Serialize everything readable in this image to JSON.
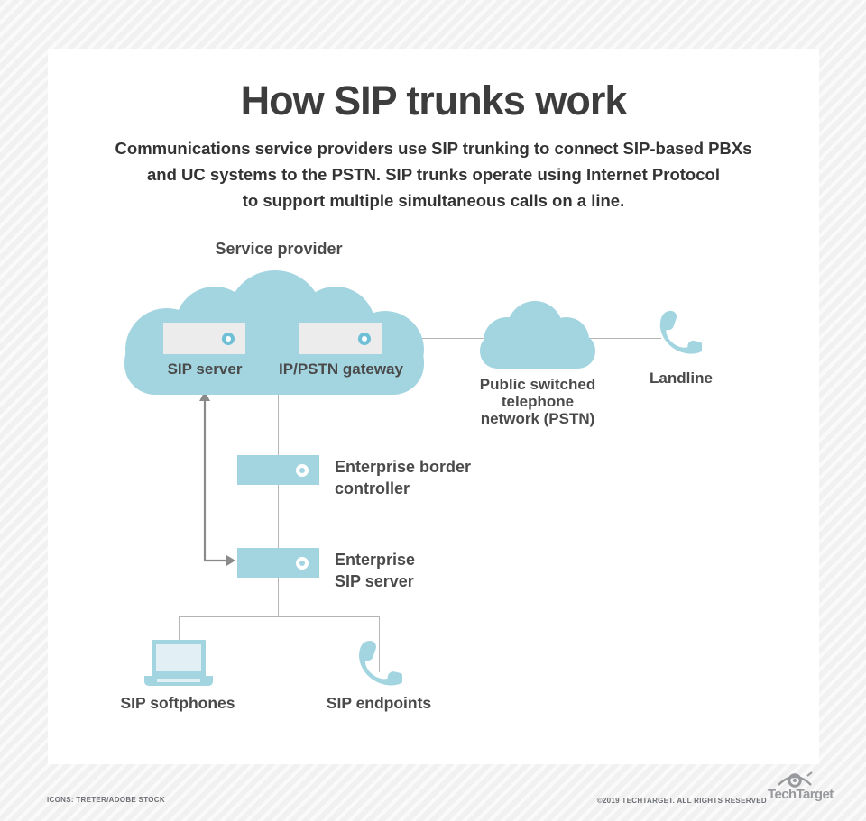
{
  "page": {
    "title": "How SIP trunks work",
    "subtitle_lines": [
      "Communications service providers use SIP trunking to connect SIP-based PBXs",
      "and UC systems to the PSTN. SIP trunks operate using Internet Protocol",
      "to support multiple simultaneous calls on a line."
    ]
  },
  "diagram": {
    "service_provider_label": "Service provider",
    "labels": {
      "sip_server": "SIP server",
      "ip_pstn_gateway": "IP/PSTN gateway",
      "pstn_lines": [
        "Public switched",
        "telephone",
        "network (PSTN)"
      ],
      "landline": "Landline",
      "ebc_lines": [
        "Enterprise border",
        "controller"
      ],
      "ess_lines": [
        "Enterprise",
        "SIP server"
      ],
      "sip_softphones": "SIP softphones",
      "sip_endpoints": "SIP endpoints"
    },
    "icons": [
      "cloud-icon",
      "server-icon",
      "phone-handset-icon",
      "laptop-icon"
    ]
  },
  "footer": {
    "icons_credit": "ICONS: TRETER/ADOBE STOCK",
    "copyright": "©2019 TECHTARGET. ALL RIGHTS RESERVED",
    "brand": "TechTarget"
  },
  "colors": {
    "accent_blue": "#a3d5e1",
    "box_gray": "#ececec",
    "ring_blue": "#6fc0d6",
    "line_gray": "#b5b5b5",
    "arrow_gray": "#8a8a8a",
    "title_gray": "#3d3d3d",
    "label_gray": "#4a4a4a",
    "footer_gray": "#6b6e73",
    "logo_gray": "#97999d"
  }
}
